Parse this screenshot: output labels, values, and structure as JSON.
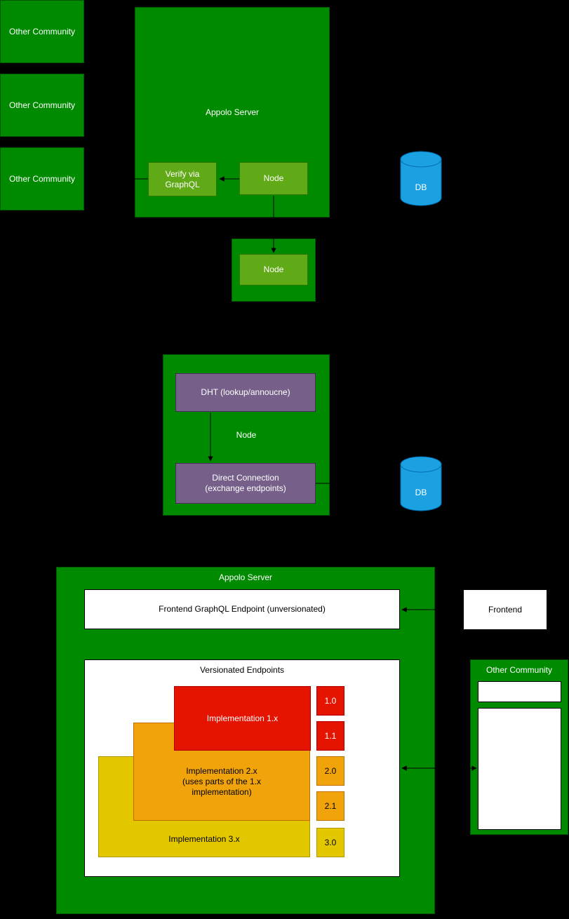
{
  "colors": {
    "background": "#000000",
    "green": "#008a00",
    "green_stroke": "#005700",
    "lime": "#60a917",
    "lime_stroke": "#2d7600",
    "purple": "#76608a",
    "purple_stroke": "#432d57",
    "blue": "#1ba1e2",
    "blue_stroke": "#006eaf",
    "red": "#e51400",
    "red_stroke": "#b20000",
    "orange": "#f0a30a",
    "orange_stroke": "#bd7000",
    "yellow": "#e3c800",
    "yellow_stroke": "#b09500",
    "white_box_stroke": "#000000",
    "connector": "#000000"
  },
  "top": {
    "other_communities": [
      "Other Community",
      "Other Community",
      "Other Community"
    ],
    "appolo_server_label": "Appolo Server",
    "verify_label": "Verify via\nGraphQL",
    "node1_label": "Node",
    "node2_label": "Node",
    "db_label": "DB"
  },
  "middle": {
    "container_label": "Node",
    "dht_label": "DHT (lookup/annoucne)",
    "direct_connection_label": "Direct Connection\n(exchange endpoints)",
    "db_label": "DB"
  },
  "bottom": {
    "appolo_server_label": "Appolo Server",
    "frontend_endpoint_label": "Frontend GraphQL Endpoint (unversionated)",
    "versionated_label": "Versionated Endpoints",
    "implementations": {
      "impl1": "Implementation 1.x",
      "impl2": "Implementation 2.x\n(uses parts of the 1.x\nimplementation)",
      "impl3": "Implementation 3.x"
    },
    "versions": [
      "1.0",
      "1.1",
      "2.0",
      "2.1",
      "3.0"
    ],
    "frontend_label": "Frontend",
    "other_community_label": "Other Community"
  }
}
